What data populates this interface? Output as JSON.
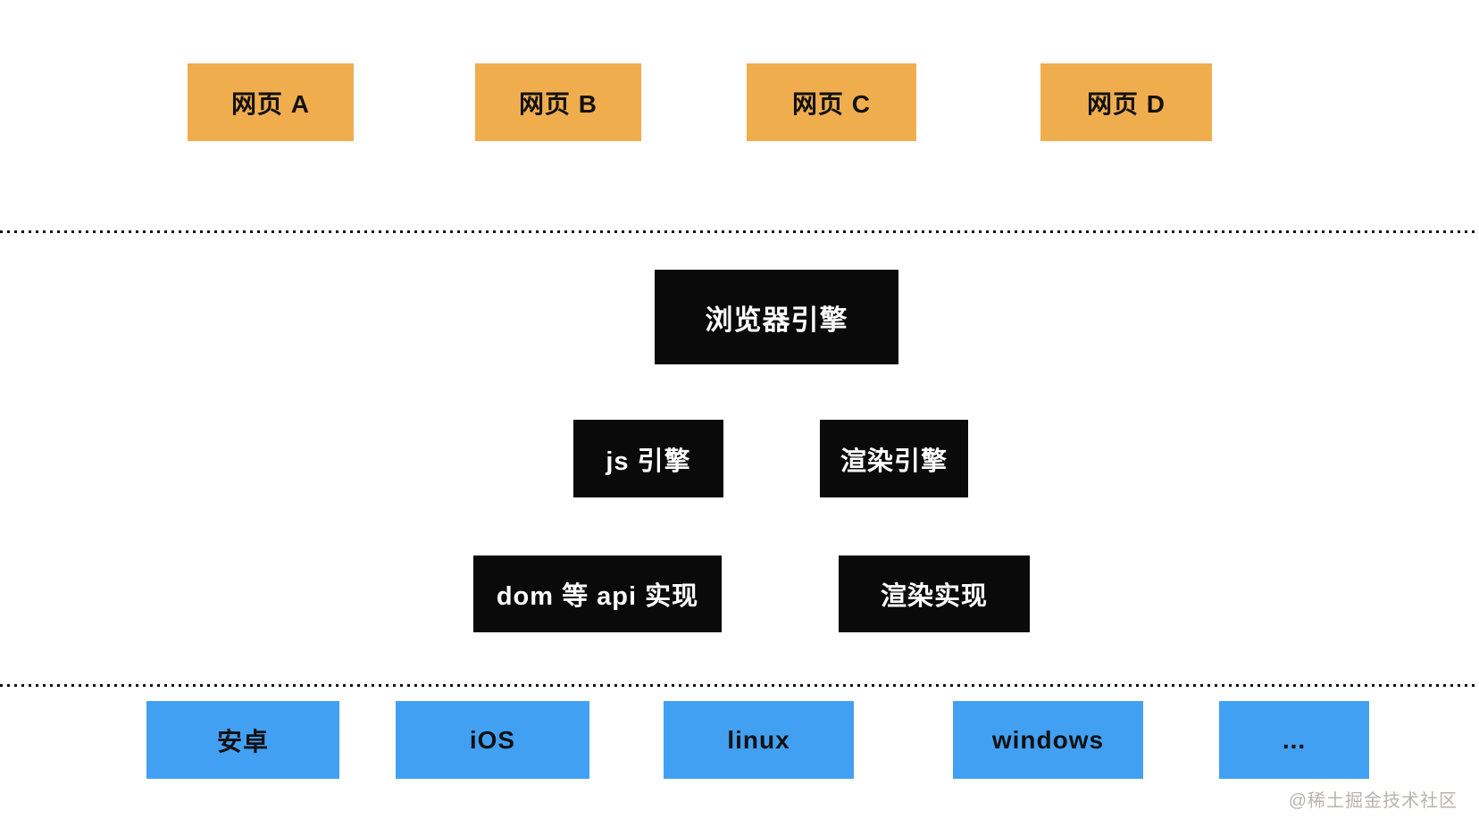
{
  "diagram": {
    "web_page_layer": {
      "items": [
        {
          "label": "网页 A"
        },
        {
          "label": "网页 B"
        },
        {
          "label": "网页 C"
        },
        {
          "label": "网页 D"
        }
      ],
      "box_color": "#F0AD4E",
      "text_color": "#111111"
    },
    "browser_layer": {
      "browser_engine_label": "浏览器引擎",
      "js_engine_label": "js 引擎",
      "render_engine_label": "渲染引擎",
      "dom_api_impl_label": "dom 等 api 实现",
      "render_impl_label": "渲染实现",
      "box_color": "#0A0A0A",
      "text_color": "#FFFFFF"
    },
    "os_layer": {
      "items": [
        {
          "label": "安卓"
        },
        {
          "label": "iOS"
        },
        {
          "label": "linux"
        },
        {
          "label": "windows"
        },
        {
          "label": "..."
        }
      ],
      "box_color": "#42A0F2",
      "text_color": "#111111"
    },
    "divider_color": "#111111"
  },
  "watermark": {
    "text": "@稀土掘金技术社区",
    "color": "#B8B3AE"
  }
}
